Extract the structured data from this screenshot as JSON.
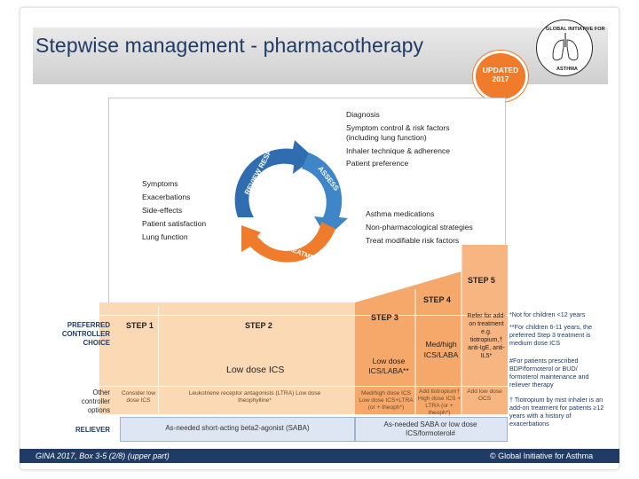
{
  "title": "Stepwise management - pharmacotherapy",
  "badge": {
    "line1": "UPDATED",
    "line2": "2017"
  },
  "logo": {
    "top": "GLOBAL INITIATIVE FOR",
    "bottom": "ASTHMA"
  },
  "cycle": {
    "assess": "ASSESS",
    "adjust": "ADJUST TREATMENT",
    "review": "REVIEW RESPONSE",
    "assess_items": [
      "Diagnosis",
      "Symptom control & risk factors",
      "(including lung function)",
      "Inhaler technique & adherence",
      "Patient preference"
    ],
    "review_items": [
      "Symptoms",
      "Exacerbations",
      "Side-effects",
      "Patient satisfaction",
      "Lung function"
    ],
    "adjust_items": [
      "Asthma medications",
      "Non-pharmacological strategies",
      "Treat modifiable risk factors"
    ]
  },
  "row_labels": {
    "preferred": [
      "PREFERRED",
      "CONTROLLER",
      "CHOICE"
    ],
    "other": [
      "Other",
      "controller",
      "options"
    ],
    "reliever": "RELIEVER"
  },
  "steps": [
    {
      "name": "STEP 1",
      "preferred": "",
      "other": "Consider low dose ICS"
    },
    {
      "name": "STEP 2",
      "preferred": "Low dose ICS",
      "other": "Leukotriene receptor antagonists (LTRA) Low dose theophylline*"
    },
    {
      "name": "STEP 3",
      "preferred": "Low dose ICS/LABA**",
      "other": "Med/high dose ICS Low dose ICS+LTRA (or + theoph*)"
    },
    {
      "name": "STEP 4",
      "preferred": "Med/high ICS/LABA",
      "other": "Add tiotropium† High dose ICS + LTRA (or + theoph*)"
    },
    {
      "name": "STEP 5",
      "preferred": "Refer for add-on treatment e.g. tiotropium,† anti-IgE, anti-IL5*",
      "other": "Add low dose OCS"
    }
  ],
  "reliever": {
    "left": "As-needed short-acting beta2-agonist (SABA)",
    "right": "As-needed SABA or low dose ICS/formoterol#"
  },
  "notes": [
    "*Not for children <12 years",
    "**For children 6-11 years, the preferred Step 3 treatment is medium dose ICS",
    "#For patients prescribed BDP/formoterol or BUD/ formoterol maintenance and reliever therapy",
    "† Tiotropium by mist inhaler is an add-on treatment for patients ≥12 years with a history of exacerbations"
  ],
  "footer": {
    "left": "GINA 2017, Box 3-5  (2/8)  (upper part)",
    "right": "© Global Initiative for Asthma"
  },
  "colors": {
    "navy": "#1f3b66",
    "orange": "#f07b2a",
    "step_light": "#fbd9b5",
    "step_dark": "#f5a86a",
    "blue_arrow": "#2f6db0"
  }
}
